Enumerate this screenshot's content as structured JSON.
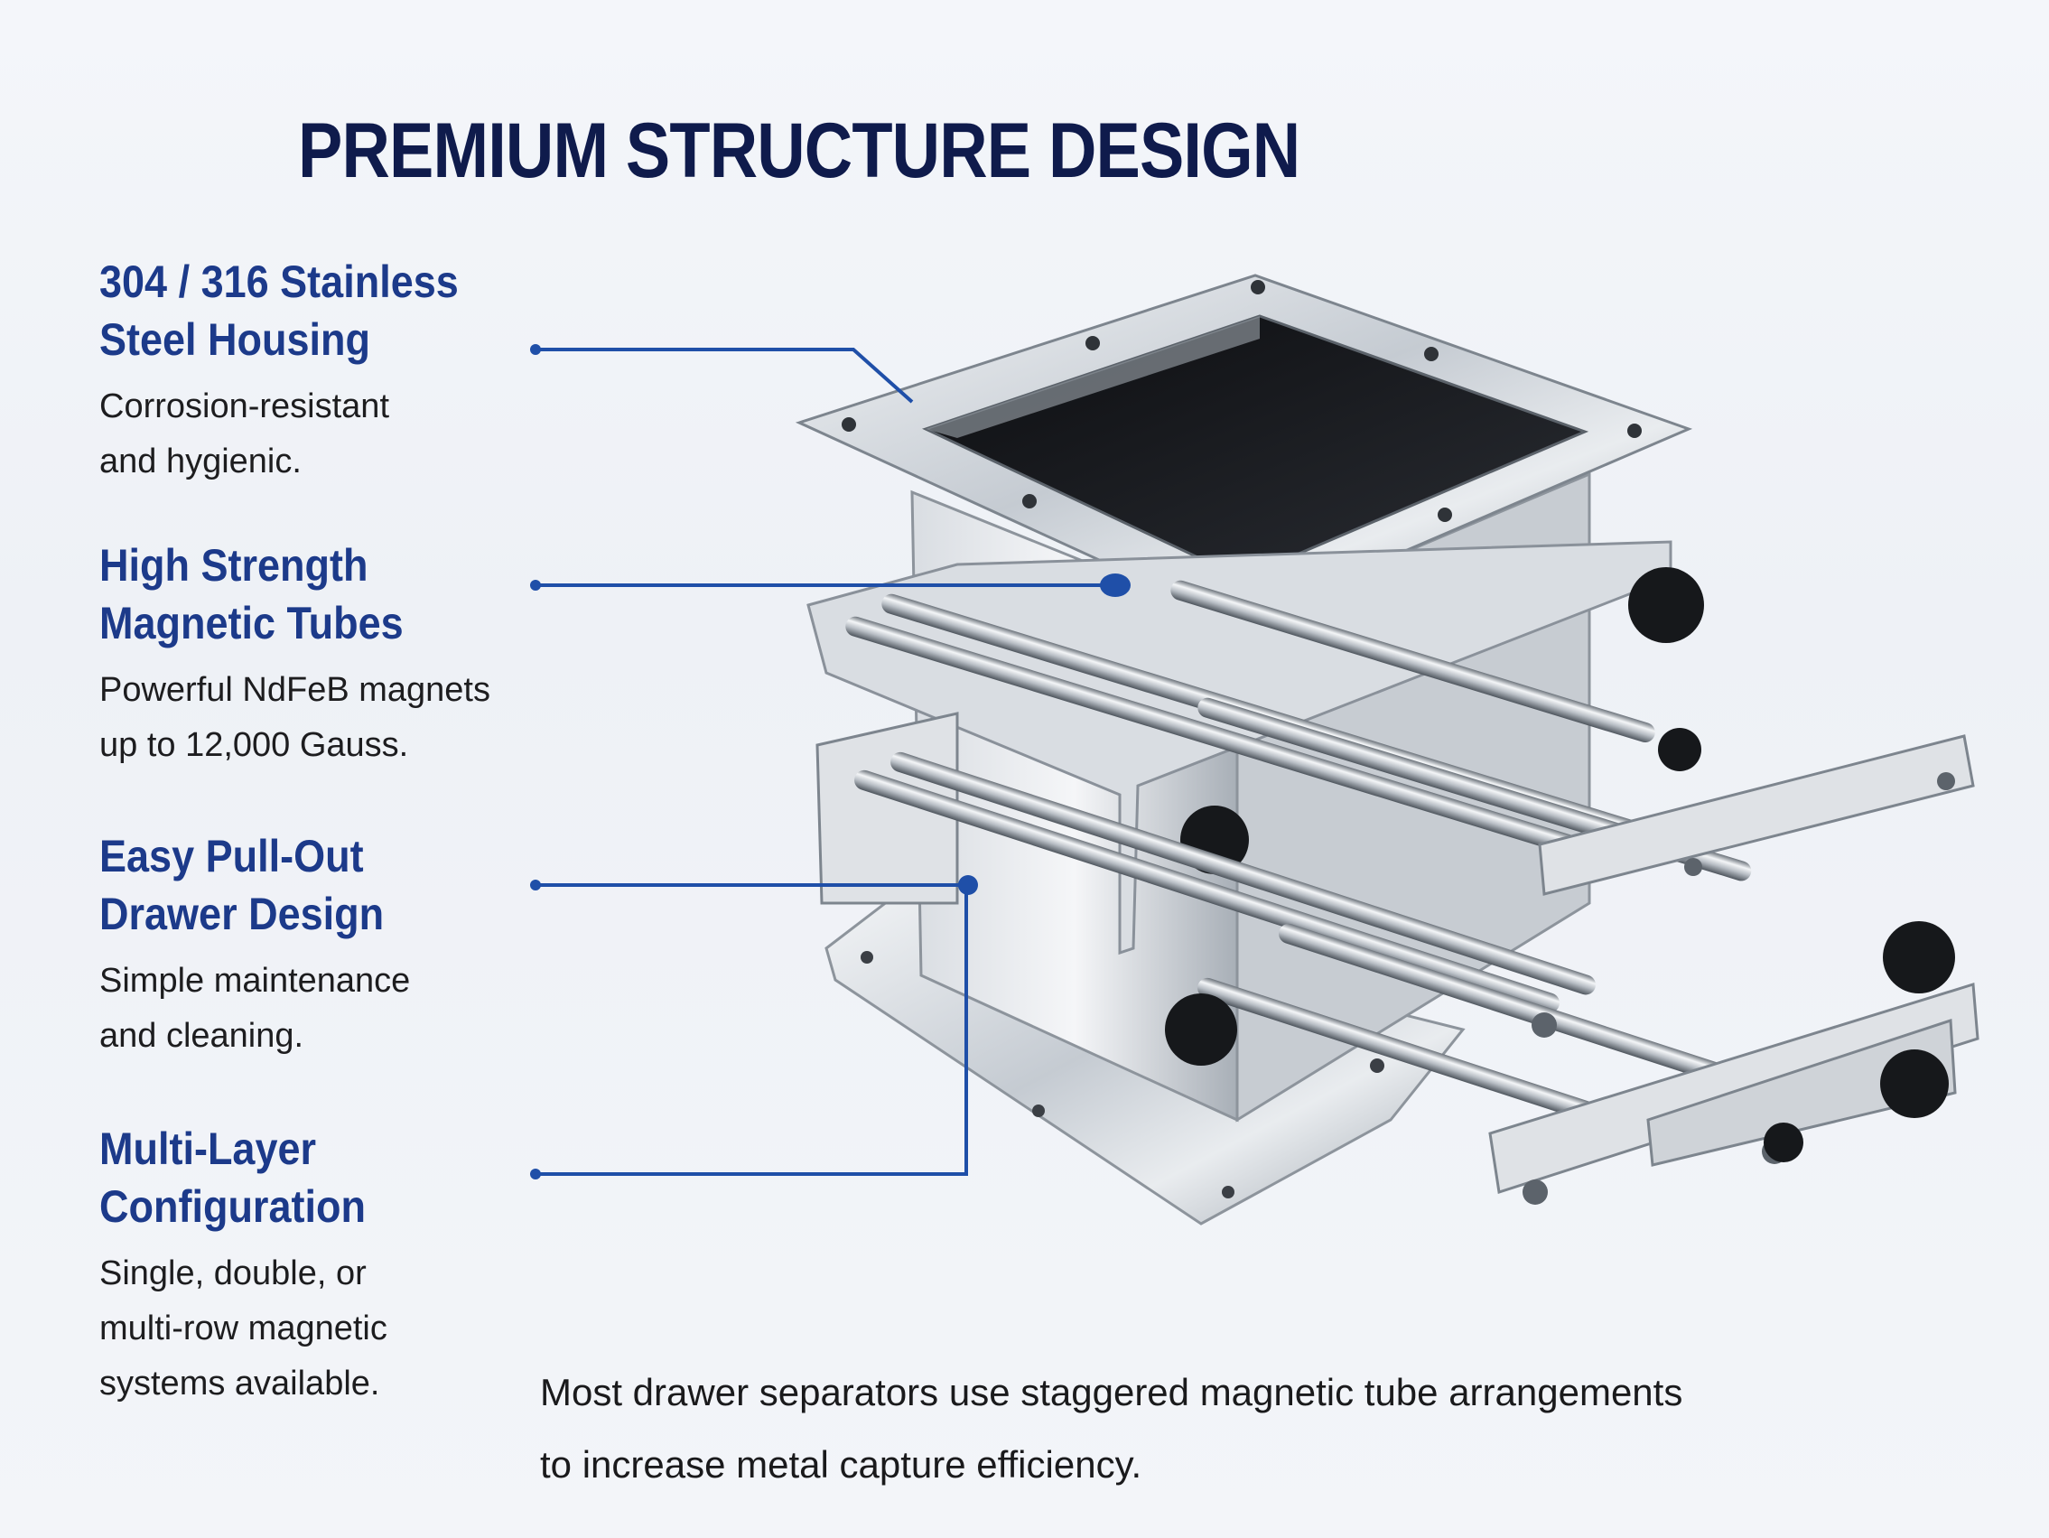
{
  "title": "PREMIUM STRUCTURE DESIGN",
  "features": [
    {
      "heading": "304 / 316 Stainless\nSteel Housing",
      "description": "Corrosion-resistant\nand hygienic."
    },
    {
      "heading": "High Strength\nMagnetic Tubes",
      "description": "Powerful NdFeB magnets\nup to 12,000 Gauss."
    },
    {
      "heading": "Easy Pull-Out\nDrawer Design",
      "description": "Simple maintenance\nand cleaning."
    },
    {
      "heading": "Multi-Layer\nConfiguration",
      "description": "Single, double, or\nmulti-row magnetic\nsystems available."
    }
  ],
  "footnote": "Most drawer separators use staggered magnetic tube arrangements\nto increase metal capture efficiency.",
  "colors": {
    "title": "#0f1b4c",
    "heading": "#1c3a8a",
    "callout_line": "#1f4fa8",
    "text": "#1d1d1f"
  }
}
